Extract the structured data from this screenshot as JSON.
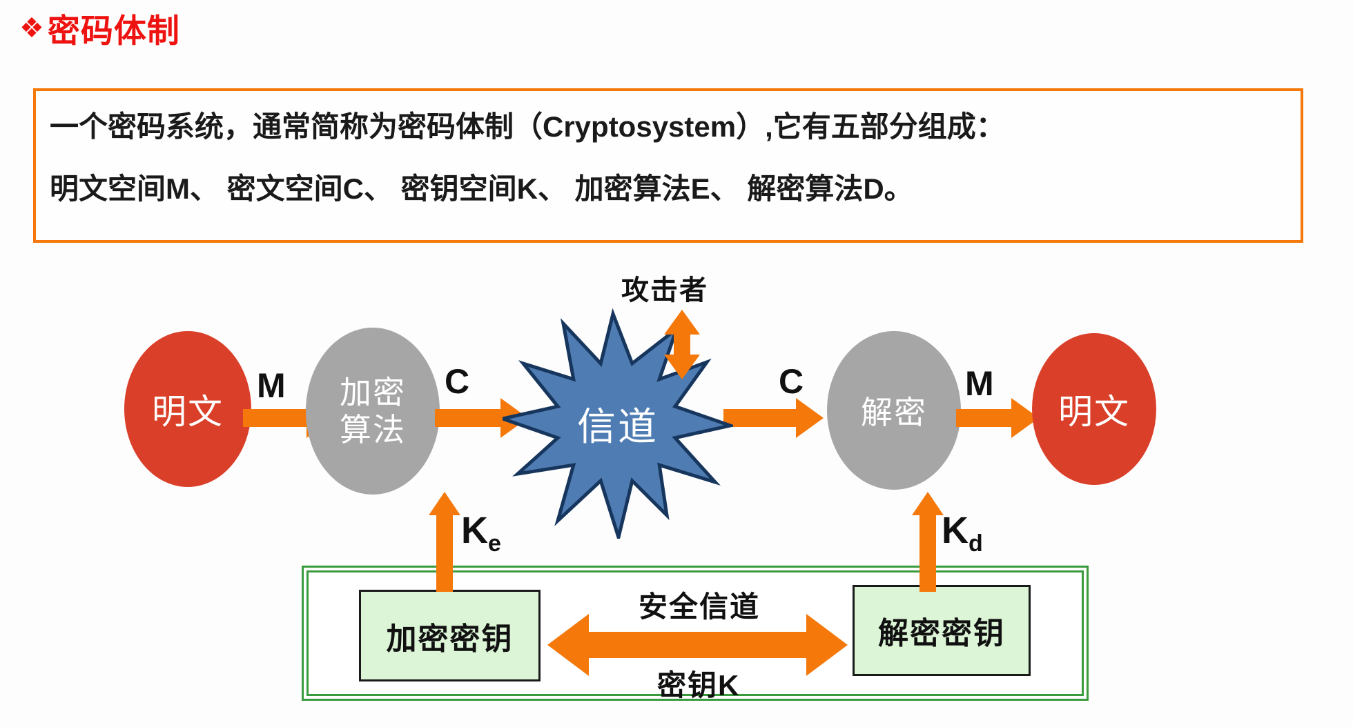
{
  "slide": {
    "title": {
      "bullet": "❖",
      "text": "密码体制",
      "color": "#EE1310"
    },
    "description_box": {
      "border_color": "#F5790A",
      "line1": "一个密码系统，通常简称为密码体制（Cryptosystem）,它有五部分组成：",
      "line2": "明文空间M、 密文空间C、 密钥空间K、 加密算法E、 解密算法D。"
    },
    "diagram": {
      "attacker_label": "攻击者",
      "nodes": {
        "plaintext_left": {
          "label": "明文",
          "fill": "#DA4029"
        },
        "encrypt_algorithm": {
          "lines": [
            "加密",
            "算法"
          ],
          "fill": "#A6A6A6"
        },
        "channel": {
          "label": "信道",
          "fill": "#4E7CB3",
          "stroke": "#17365D"
        },
        "decrypt": {
          "label": "解密",
          "fill": "#A6A6A6"
        },
        "plaintext_right": {
          "label": "明文",
          "fill": "#DA4029"
        }
      },
      "flow_labels": {
        "m_left": "M",
        "c_left": "C",
        "c_right": "C",
        "m_right": "M"
      },
      "key_arrows": {
        "encrypt_key": {
          "main": "K",
          "sub": "e"
        },
        "decrypt_key": {
          "main": "K",
          "sub": "d"
        }
      },
      "arrow_color": "#F5790A",
      "key_section": {
        "border_color": "#3A9B3C",
        "encrypt_key_box": {
          "label": "加密密钥",
          "fill": "#DCF5D6"
        },
        "decrypt_key_box": {
          "label": "解密密钥",
          "fill": "#DCF5D6"
        },
        "secure_channel_label": "安全信道",
        "key_k_label": "密钥K"
      }
    }
  }
}
